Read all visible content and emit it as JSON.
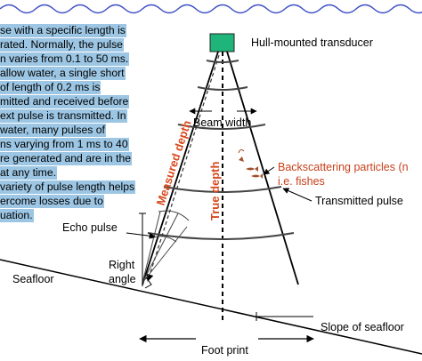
{
  "paragraph_lines": [
    "se with a specific length is",
    "rated. Normally, the pulse",
    "n varies from 0.1 to 50 ms.",
    "allow water, a single short",
    "of length of 0.2 ms is",
    "mitted and received before",
    "ext pulse is transmitted. In",
    "water, many pulses of",
    "ns varying from 1 ms to 40",
    "re generated and are in the",
    "at any time.",
    "variety of pulse length helps",
    "ercome losses due to",
    "uation."
  ],
  "labels": {
    "transducer": "Hull-mounted transducer",
    "beam_width": "Beam width",
    "measured_depth": "Measured depth",
    "true_depth": "True depth",
    "backscattering_line1": "Backscattering particles (n",
    "backscattering_line2": "i.e. fishes",
    "transmitted_pulse": "Transmitted pulse",
    "echo_pulse": "Echo pulse",
    "right_angle_line1": "Right",
    "right_angle_line2": "angle",
    "seafloor": "Seafloor",
    "slope": "Slope of seafloor",
    "footprint": "Foot print"
  },
  "colors": {
    "transducer_fill": "#1fb57a",
    "depth_label": "#d94a1e",
    "backscatter_label": "#c8401a",
    "highlight": "#9cc6e4",
    "wave": "#3f51c8",
    "fish": "#a0522d"
  }
}
